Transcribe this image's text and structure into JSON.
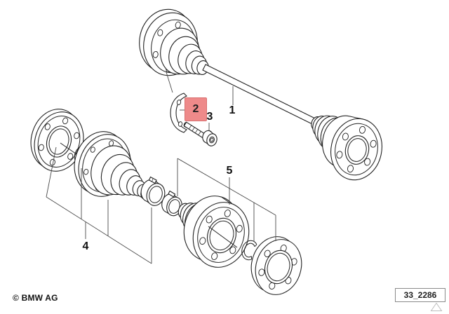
{
  "diagram": {
    "callouts": [
      {
        "label": "1",
        "highlighted": false
      },
      {
        "label": "2",
        "highlighted": true
      },
      {
        "label": "3",
        "highlighted": false
      },
      {
        "label": "4",
        "highlighted": false
      },
      {
        "label": "5",
        "highlighted": false
      }
    ],
    "highlight": {
      "fill": "#ee8a8a",
      "border": "#d97070"
    },
    "line_color": "#222222",
    "background": "#ffffff"
  },
  "footer": {
    "copyright": "© BMW AG",
    "diagram_code": "33_2286",
    "triangle_marker_icon": "triangle-outline"
  }
}
